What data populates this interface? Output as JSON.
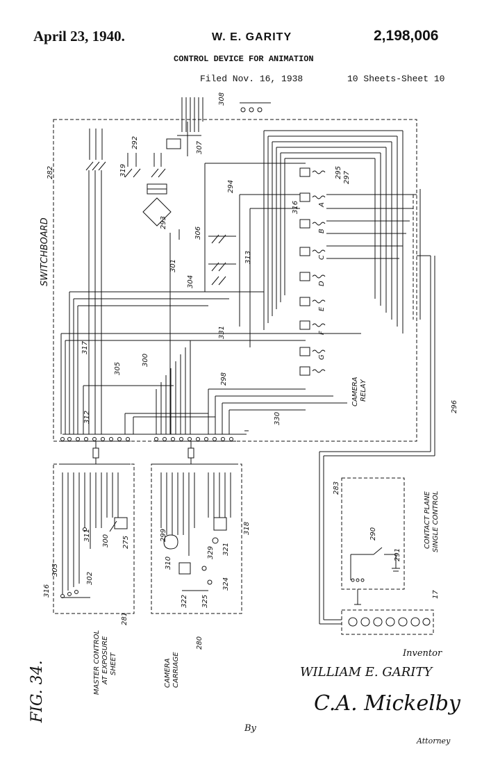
{
  "header": {
    "date": "April 23, 1940.",
    "inventor": "W. E. GARITY",
    "patent_number": "2,198,006",
    "title": "CONTROL DEVICE FOR ANIMATION",
    "filed": "Filed Nov. 16, 1938",
    "sheets": "10 Sheets-Sheet 10"
  },
  "labels": {
    "switchboard": "SWITCHBOARD",
    "master_control": "MASTER CONTROL",
    "at_exposure": "AT EXPOSURE",
    "sheet": "SHEET",
    "camera_carriage_1": "CAMERA",
    "camera_carriage_2": "CARRIAGE",
    "camera_relay_1": "CAMERA",
    "camera_relay_2": "RELAY",
    "contact_plane_1": "CONTACT PLANE",
    "contact_plane_2": "SINGLE CONTROL",
    "fig": "FIG. 34."
  },
  "relay_letters": [
    "A",
    "B",
    "C",
    "D",
    "E",
    "F",
    "G"
  ],
  "refs": {
    "r282": "282",
    "r292": "292",
    "r319": "319",
    "r308": "308",
    "r307": "307",
    "r295": "295",
    "r297": "297",
    "r294": "294",
    "r316": "316",
    "r293": "293",
    "r306": "306",
    "r301": "301",
    "r304": "304",
    "r313": "313",
    "r331": "331",
    "r317": "317",
    "r305": "305",
    "r300": "300",
    "r298": "298",
    "r312": "312",
    "r330": "330",
    "r296": "296",
    "r283": "283",
    "r290": "290",
    "r291": "291",
    "r17": "17",
    "r311": "311",
    "r300b": "300",
    "r275": "275",
    "r303": "303",
    "r316b": "316",
    "r302": "302",
    "r281": "281",
    "r299": "299",
    "r318": "318",
    "r310": "310",
    "r329": "329",
    "r321": "321",
    "r322": "322",
    "r325": "325",
    "r324": "324",
    "r280": "280"
  },
  "footer": {
    "inventor_caption": "Inventor",
    "inventor_name": "WILLIAM E. GARITY",
    "signature": "C.A. Mickelby",
    "by": "By",
    "attorney": "Attorney"
  }
}
